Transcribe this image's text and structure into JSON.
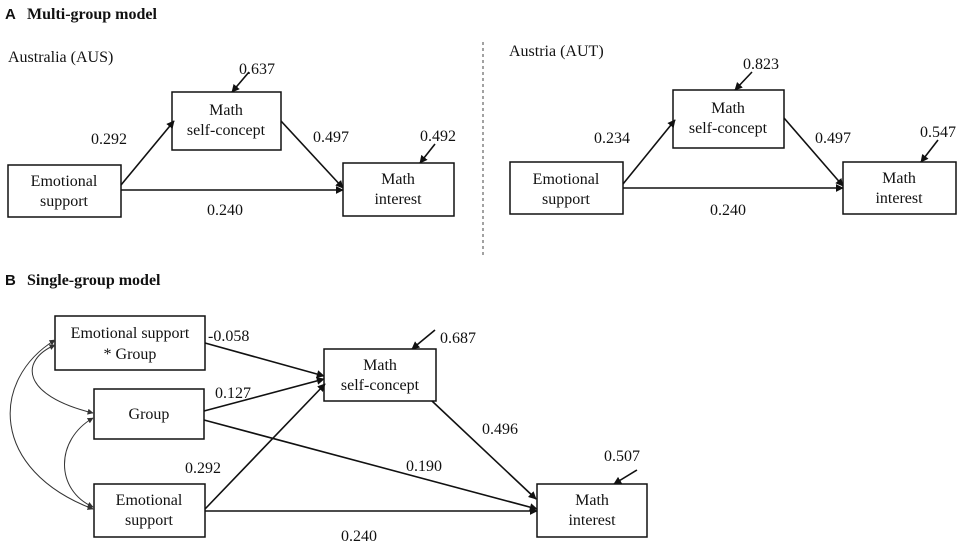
{
  "panelA": {
    "letter": "A",
    "title": "Multi-group model",
    "aus": {
      "label": "Australia (AUS)",
      "selfconcept_line1": "Math",
      "selfconcept_line2": "self-concept",
      "emotional_line1": "Emotional",
      "emotional_line2": "support",
      "interest_line1": "Math",
      "interest_line2": "interest",
      "coef_emo_to_self": "0.292",
      "coef_self_to_interest": "0.497",
      "coef_emo_to_interest": "0.240",
      "resid_self": "0.637",
      "resid_interest": "0.492"
    },
    "aut": {
      "label": "Austria (AUT)",
      "selfconcept_line1": "Math",
      "selfconcept_line2": "self-concept",
      "emotional_line1": "Emotional",
      "emotional_line2": "support",
      "interest_line1": "Math",
      "interest_line2": "interest",
      "coef_emo_to_self": "0.234",
      "coef_self_to_interest": "0.497",
      "coef_emo_to_interest": "0.240",
      "resid_self": "0.823",
      "resid_interest": "0.547"
    }
  },
  "panelB": {
    "letter": "B",
    "title": "Single-group model",
    "interaction_line1": "Emotional support",
    "interaction_line2": "* Group",
    "group": "Group",
    "emotional_line1": "Emotional",
    "emotional_line2": "support",
    "selfconcept_line1": "Math",
    "selfconcept_line2": "self-concept",
    "interest_line1": "Math",
    "interest_line2": "interest",
    "coef_interaction_to_self": "-0.058",
    "coef_group_to_self": "0.127",
    "coef_emo_to_self": "0.292",
    "coef_self_to_interest": "0.496",
    "coef_group_to_interest": "0.190",
    "coef_emo_to_interest": "0.240",
    "resid_self": "0.687",
    "resid_interest": "0.507"
  }
}
